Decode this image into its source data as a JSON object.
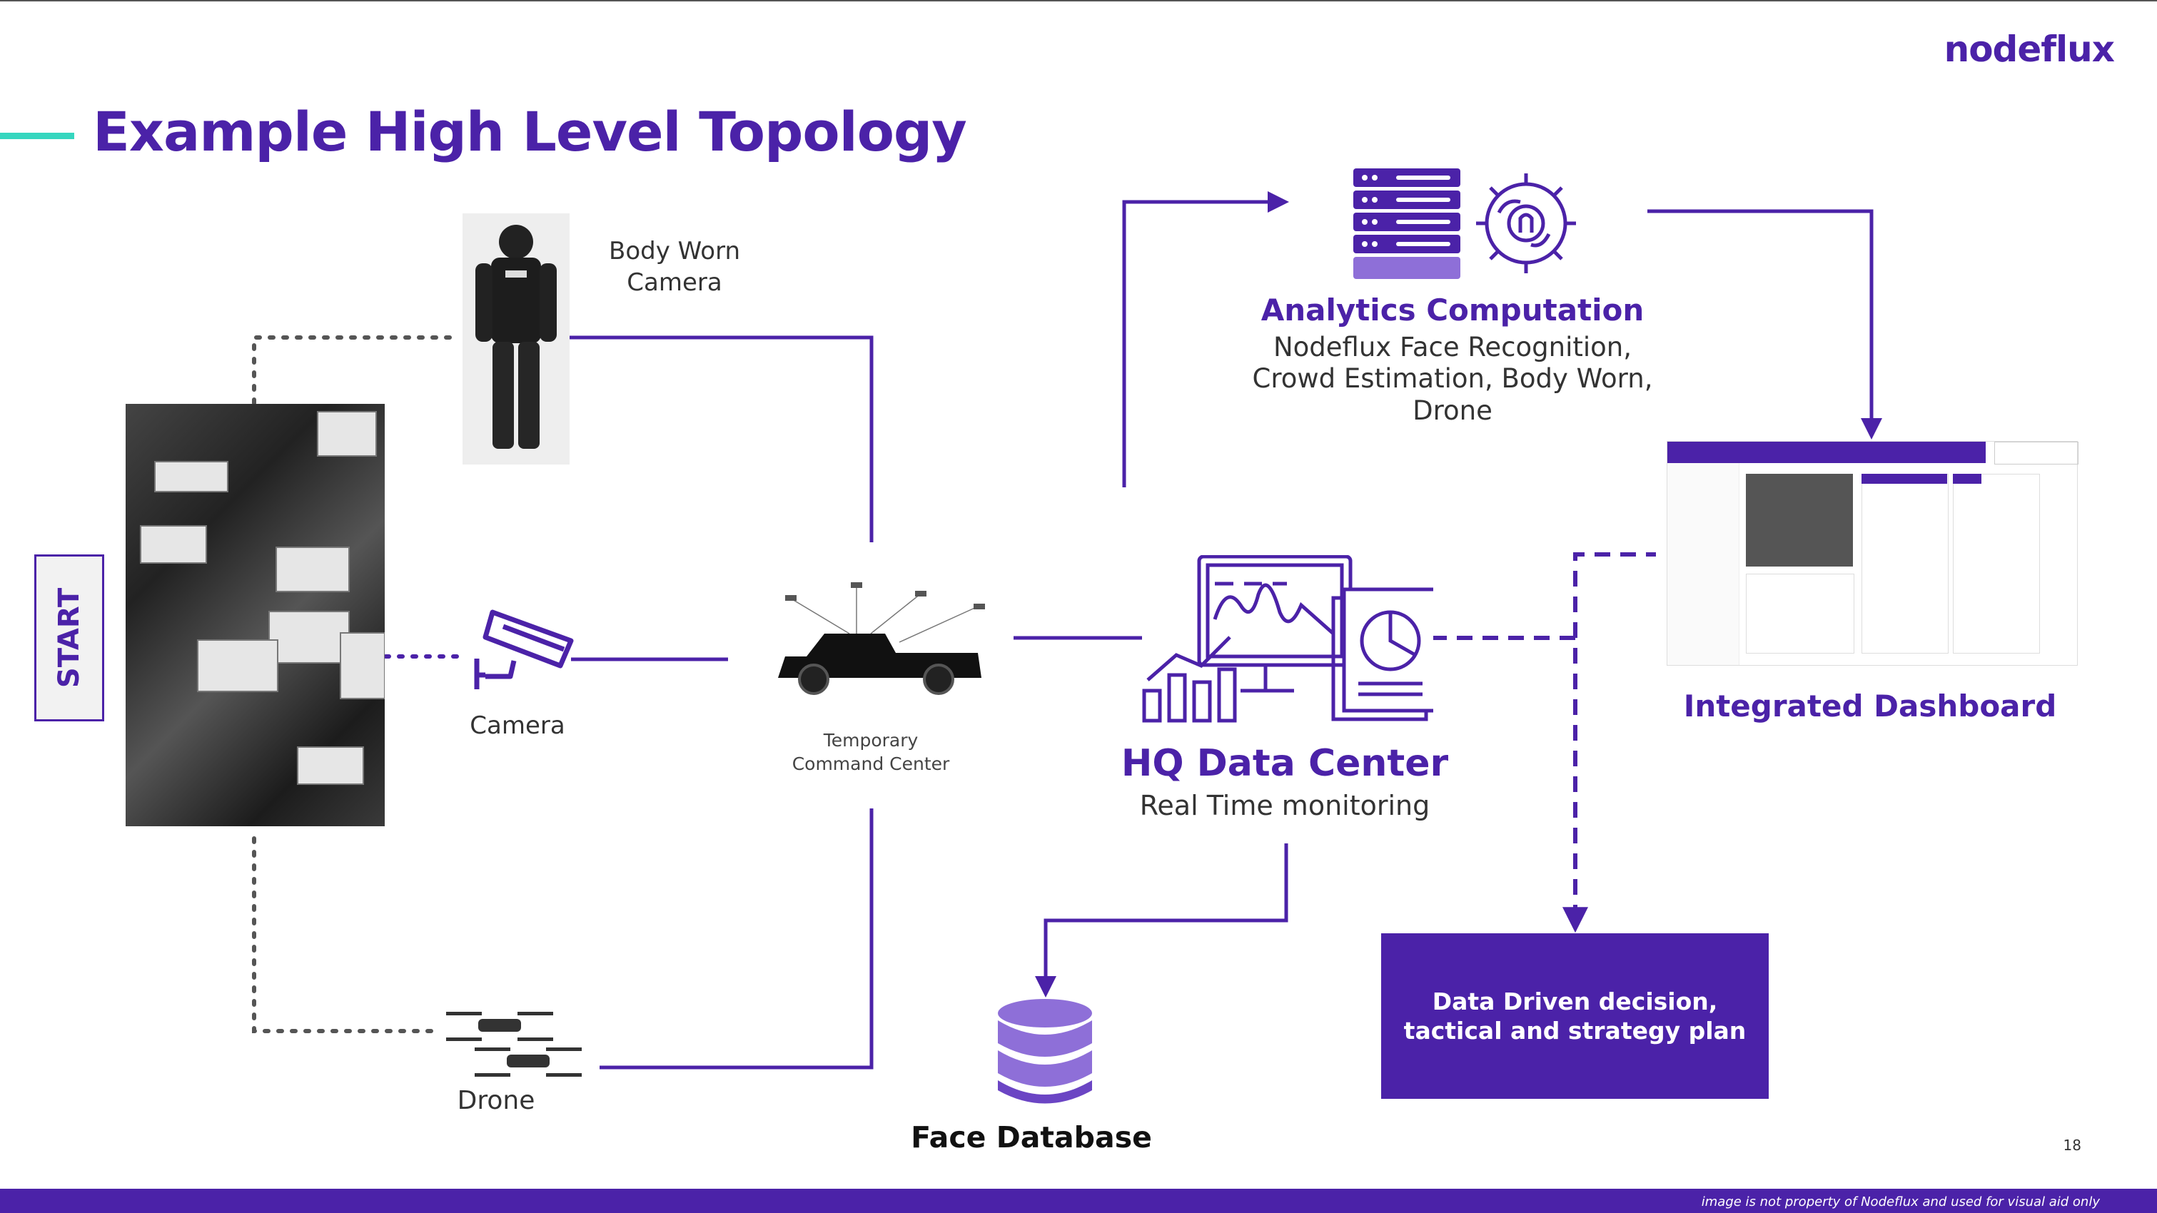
{
  "brand": {
    "logo": "nodeflux"
  },
  "slide": {
    "title": "Example High Level Topology",
    "start_label": "START",
    "page_number": "18",
    "footnote": "image is not property of Nodeflux and used for visual aid only"
  },
  "nodes": {
    "body_worn": {
      "line1": "Body Worn",
      "line2": "Camera"
    },
    "camera": {
      "label": "Camera"
    },
    "drone": {
      "label": "Drone"
    },
    "command_center": {
      "line1": "Temporary",
      "line2": "Command Center"
    },
    "analytics": {
      "title": "Analytics Computation",
      "line1": "Nodeflux Face Recognition,",
      "line2": "Crowd Estimation, Body Worn,",
      "line3": "Drone"
    },
    "hq": {
      "title": "HQ Data Center",
      "subtitle": "Real Time monitoring"
    },
    "dashboard": {
      "title": "Integrated Dashboard"
    },
    "face_db": {
      "title": "Face Database"
    },
    "decision": {
      "line1": "Data Driven decision,",
      "line2": "tactical and strategy plan"
    }
  },
  "colors": {
    "brand": "#4b22a8",
    "accent": "#35d6bf",
    "text": "#333333"
  },
  "icons": [
    "cctv-camera-icon",
    "server-rack-icon",
    "ai-brain-gear-icon",
    "monitor-chart-icon",
    "database-icon",
    "drone-icon",
    "pickup-truck-icon"
  ]
}
